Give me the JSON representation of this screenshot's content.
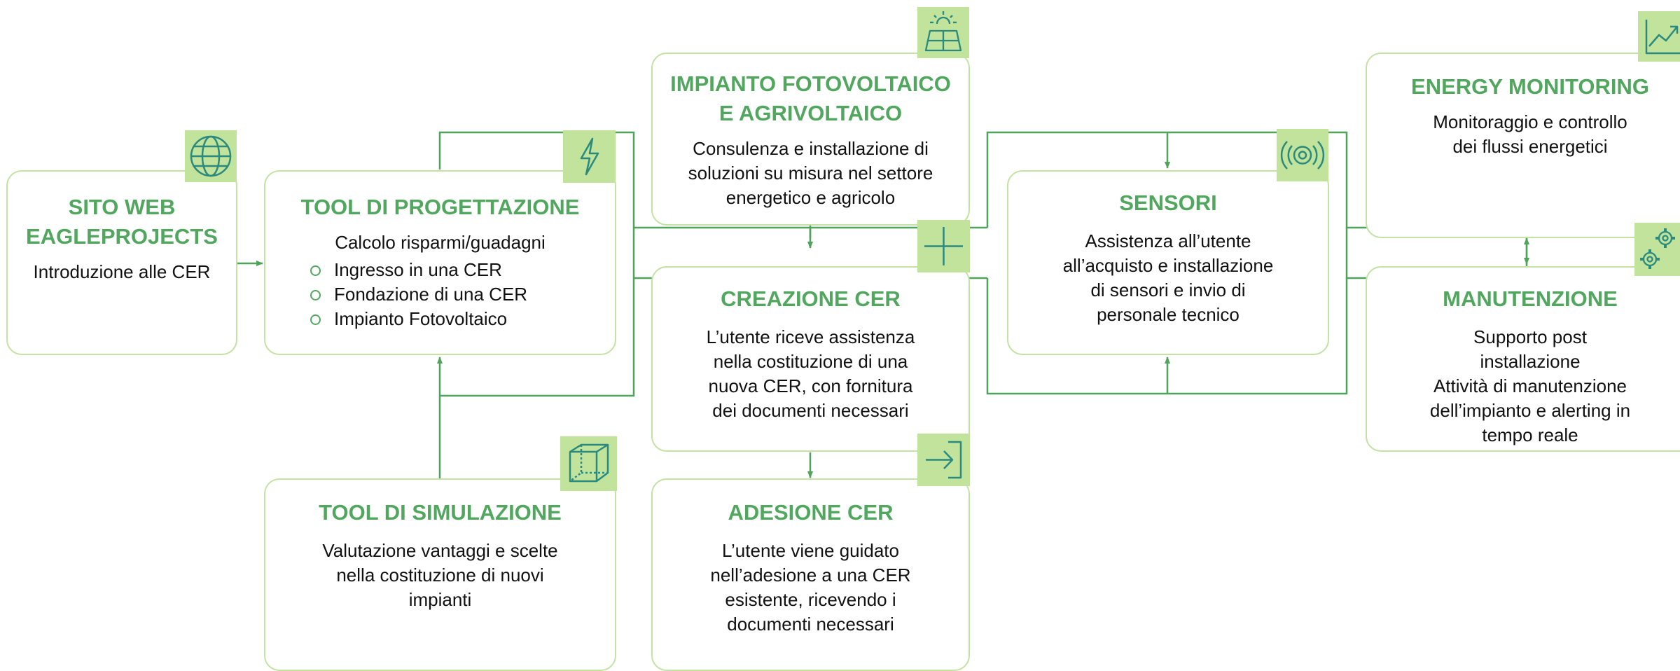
{
  "nodes": {
    "sito_web": {
      "title": "SITO WEB\nEAGLEPROJECTS",
      "desc": "Introduzione alle CER",
      "icon": "globe-icon"
    },
    "tool_progettazione": {
      "title": "TOOL DI PROGETTAZIONE",
      "desc": "Calcolo risparmi/guadagni",
      "items": [
        "Ingresso in una CER",
        "Fondazione di una CER",
        "Impianto Fotovoltaico"
      ],
      "icon": "lightning-icon"
    },
    "tool_simulazione": {
      "title": "TOOL DI SIMULAZIONE",
      "desc": "Valutazione vantaggi e scelte\nnella costituzione di nuovi\nimpianti",
      "icon": "cube-icon"
    },
    "impianto": {
      "title": "IMPIANTO FOTOVOLTAICO\nE AGRIVOLTAICO",
      "desc": "Consulenza e installazione di\nsoluzioni su misura nel settore\nenergetico e agricolo",
      "icon": "solar-panel-icon"
    },
    "creazione": {
      "title": "CREAZIONE CER",
      "desc": "L’utente riceve assistenza\nnella costituzione di una\nnuova CER, con fornitura\ndei documenti necessari",
      "icon": "plus-icon"
    },
    "adesione": {
      "title": "ADESIONE CER",
      "desc": "L’utente viene guidato\nnell’adesione a una CER\nesistente, ricevendo i\ndocumenti necessari",
      "icon": "login-arrow-icon"
    },
    "sensori": {
      "title": "SENSORI",
      "desc": "Assistenza all’utente\nall’acquisto e installazione\ndi sensori e invio di\npersonale tecnico",
      "icon": "sensor-icon"
    },
    "energy": {
      "title": "ENERGY MONITORING",
      "desc": "Monitoraggio e controllo\ndei flussi energetici",
      "icon": "chart-line-icon"
    },
    "manutenzione": {
      "title": "MANUTENZIONE",
      "desc": "Supporto post\ninstallazione\nAttività di manutenzione\ndell’impianto e alerting in\ntempo reale",
      "icon": "gears-icon"
    }
  },
  "colors": {
    "title": "#52a75f",
    "border": "#c3e2a4",
    "icon_bg": "#c1e39b",
    "icon_stroke": "#2a8a7e",
    "connector": "#4fa35a"
  }
}
